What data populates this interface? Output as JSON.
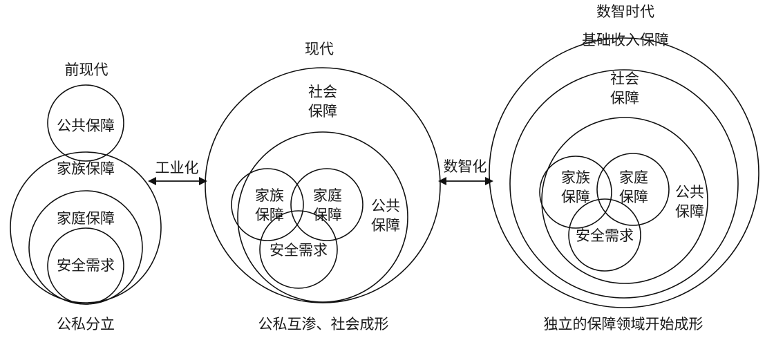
{
  "stages": [
    {
      "title": "前现代",
      "caption": "公私分立",
      "labels": {
        "public": "公共保障",
        "clan": "家族保障",
        "family": "家庭保障",
        "security": "安全需求"
      }
    },
    {
      "title": "现代",
      "caption": "公私互渗、社会成形",
      "labels": {
        "social_l1": "社会",
        "social_l2": "保障",
        "clan_l1": "家族",
        "clan_l2": "保障",
        "family_l1": "家庭",
        "family_l2": "保障",
        "public_l1": "公共",
        "public_l2": "保障",
        "security": "安全需求"
      }
    },
    {
      "title": "数智时代",
      "caption": "独立的保障领域开始成形",
      "labels": {
        "basic_income": "基础收入保障",
        "social_l1": "社会",
        "social_l2": "保障",
        "clan_l1": "家族",
        "clan_l2": "保障",
        "family_l1": "家庭",
        "family_l2": "保障",
        "public_l1": "公共",
        "public_l2": "保障",
        "security": "安全需求"
      }
    }
  ],
  "transitions": [
    {
      "label": "工业化"
    },
    {
      "label": "数智化"
    }
  ]
}
